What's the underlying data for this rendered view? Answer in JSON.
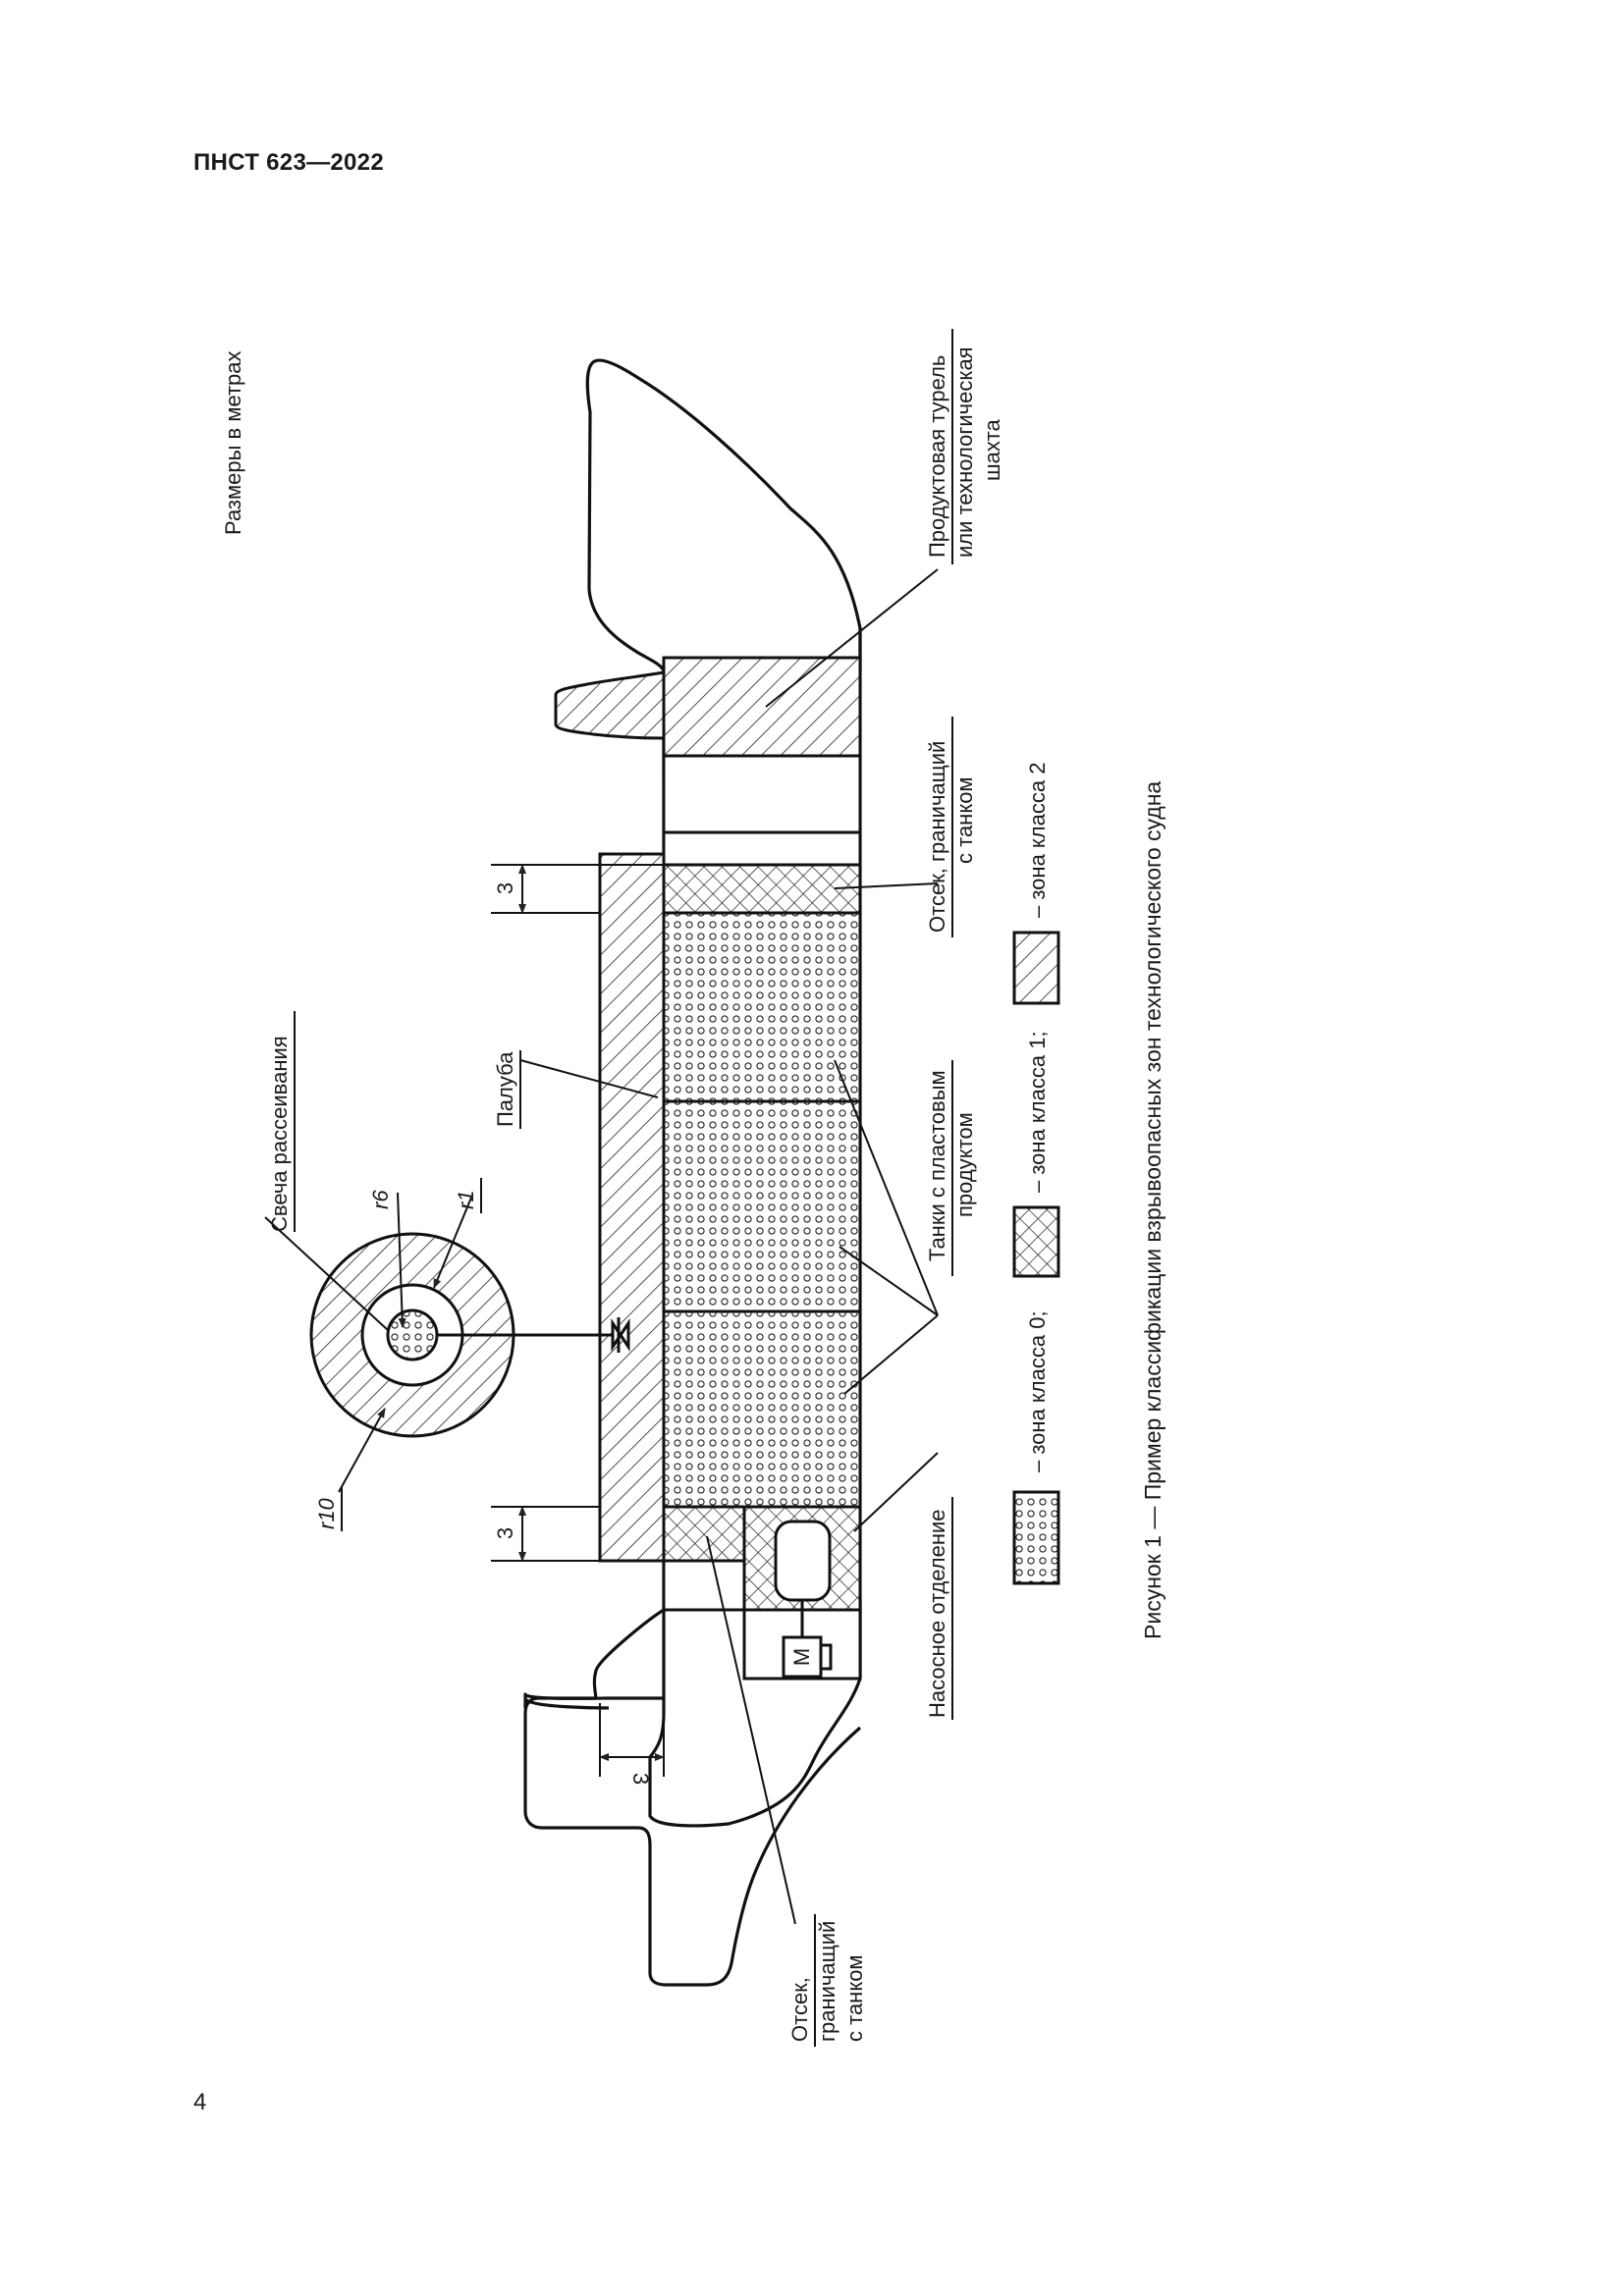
{
  "header": {
    "doc_code": "ПНСТ 623—2022"
  },
  "figure": {
    "units_note": "Размеры в метрах",
    "caption": "Рисунок 1 — Пример классификации взрывоопасных зон технологического судна",
    "labels": {
      "flare": "Свеча рассеивания",
      "r6": "r6",
      "r1": "r1",
      "r10": "r10",
      "deck": "Палуба",
      "tanks_line1": "Танки с пластовым",
      "tanks_line2": "продуктом",
      "turret_line1": "Продуктовая турель",
      "turret_line2": "или технологическая",
      "turret_line3": "шахта",
      "compartment_aft_line1": "Отсек, граничащий",
      "compartment_aft_line2": "с танком",
      "compartment_fwd_line1": "Отсек,",
      "compartment_fwd_line2": "граничащий",
      "compartment_fwd_line3": "с танком",
      "pump_room": "Насосное отделение",
      "motor": "M",
      "dim_3_top": "3",
      "dim_3_bottom": "3",
      "dim_3_side": "3"
    },
    "legend": [
      {
        "label": "– зона класса 0;",
        "pattern": "dots"
      },
      {
        "label": "– зона класса 1;",
        "pattern": "crosshatch"
      },
      {
        "label": "– зона класса 2",
        "pattern": "hatch"
      }
    ]
  },
  "page_number": "4"
}
